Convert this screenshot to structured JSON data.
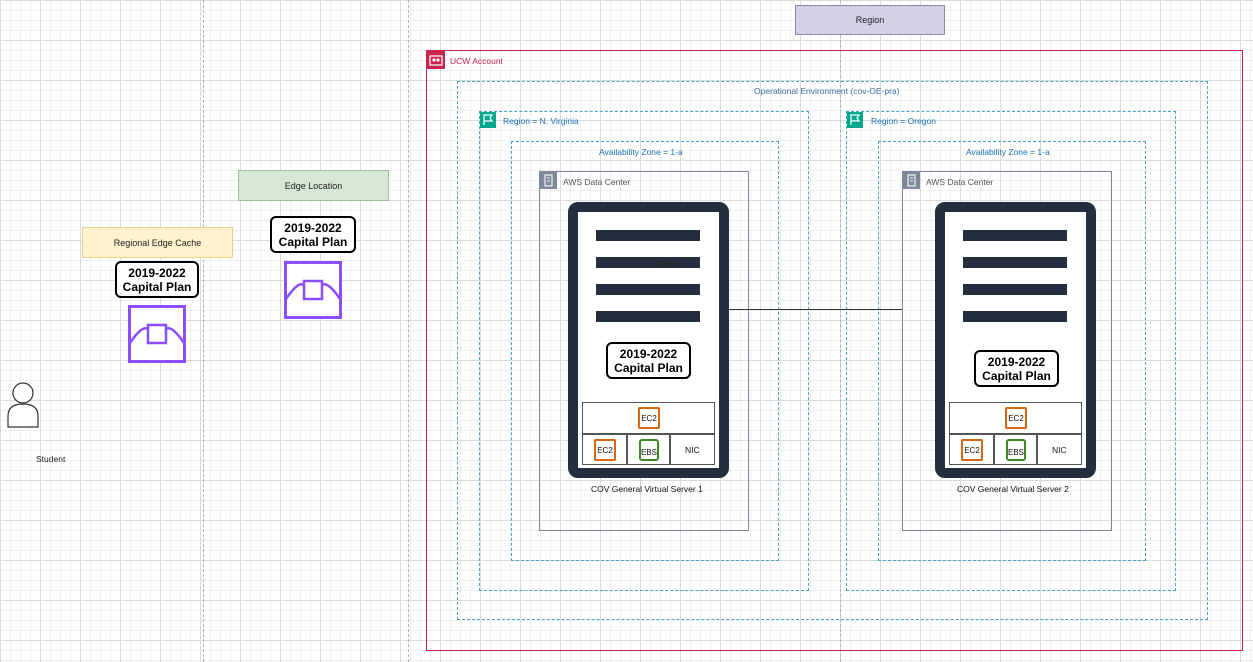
{
  "diagram": {
    "region_header": "Region",
    "edge_location_header": "Edge Location",
    "regional_cache_header": "Regional Edge Cache",
    "student_label": "Student",
    "account_label": "UCW Account",
    "env_label": "Operational Environment (cov-OE-pra)",
    "plan_label_line1": "2019-2022",
    "plan_label_line2": "Capital Plan",
    "region_left_label": "Region = N. Virginia",
    "region_right_label": "Region = Oregon",
    "az_label": "Availability Zone  = 1-a",
    "dc_label": "AWS Data Center",
    "stray_text": "Text",
    "ec2_label": "EC2",
    "ebs_label": "EBS",
    "nic_label": "NIC",
    "server1_caption": "COV General Virtual Server 1",
    "server2_caption": "COV General Virtual Server 2"
  },
  "colors": {
    "account_border": "#c7254e",
    "region_header_fill": "#d6d0e6",
    "edge_fill": "#d5e8d4",
    "cache_fill": "#fff2cc",
    "edge_icon": "#8c4fff",
    "server_dark": "#232f3e",
    "ec2_orange": "#d86613",
    "ebs_green": "#3f8624",
    "region_flag": "#01a88d"
  },
  "icons": [
    "user-icon",
    "edge-location-icon",
    "account-icon",
    "region-flag-icon",
    "data-center-icon",
    "server-icon",
    "ec2-icon",
    "ebs-icon"
  ]
}
